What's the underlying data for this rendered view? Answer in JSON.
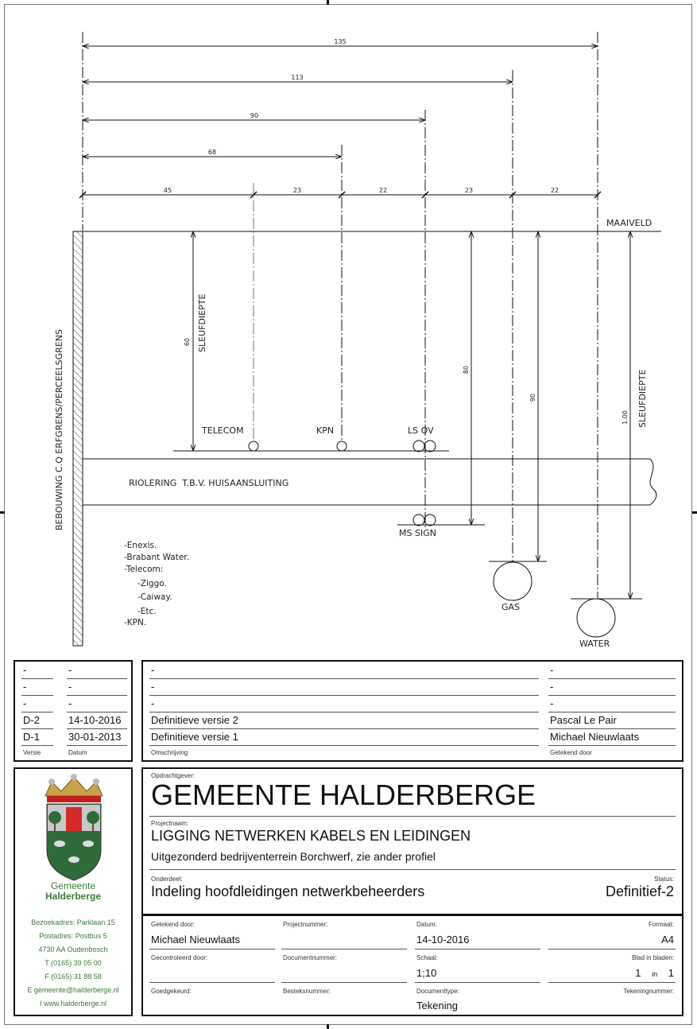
{
  "drawing": {
    "dimensions": {
      "d135": "135",
      "d113": "113",
      "d90": "90",
      "d68": "68",
      "chain": [
        "45",
        "23",
        "22",
        "23",
        "22"
      ],
      "depth_60": "60",
      "depth_80": "80",
      "depth_90": "90",
      "depth_100": "1.00"
    },
    "labels": {
      "maaiveld": "MAAIVELD",
      "sleufdiepte_left": "SLEUFDIEPTE",
      "sleufdiepte_right": "SLEUFDIEPTE",
      "boundary": "BEBOUWING C.Q ERFGRENS/PERCEELSGRENS",
      "telecom": "TELECOM",
      "kpn": "KPN",
      "ls_ov": "LS OV",
      "ms_sign": "MS SIGN",
      "gas": "GAS",
      "water": "WATER",
      "riolering": "RIOLERING  T.B.V. HUISAANSLUITING"
    },
    "network_operators": [
      "-Enexis.",
      "-Brabant Water.",
      "-Telecom:",
      "-Ziggo.",
      "-Caiway.",
      "-Etc.",
      "-KPN."
    ]
  },
  "revisions": {
    "rows": [
      {
        "versie": "-",
        "datum": "-",
        "omschrijving": "-",
        "getekend": "-"
      },
      {
        "versie": "-",
        "datum": "-",
        "omschrijving": "-",
        "getekend": "-"
      },
      {
        "versie": "-",
        "datum": "-",
        "omschrijving": "-",
        "getekend": "-"
      },
      {
        "versie": "D-2",
        "datum": "14-10-2016",
        "omschrijving": "Definitieve versie 2",
        "getekend": "Pascal Le Pair"
      },
      {
        "versie": "D-1",
        "datum": "30-01-2013",
        "omschrijving": "Definitieve versie 1",
        "getekend": "Michael Nieuwlaats"
      }
    ],
    "headers": {
      "versie": "Versie",
      "datum": "Datum",
      "omschrijving": "Omschrijving",
      "getekend": "Getekend door"
    }
  },
  "logo": {
    "name_line1": "Gemeente",
    "name_line2": "Halderberge",
    "address": [
      "Bezoekadres: Parklaan 15",
      "Postadres: Postbus 5",
      "4730 AA Oudenbosch",
      "T  (0165) 39 05 00",
      "F  (0165) 31 88 58",
      "E  gemeente@halderberge.nl",
      "I   www.halderberge.nl"
    ],
    "colors": {
      "green": "#3a7a3a",
      "red": "#d42a2a"
    }
  },
  "title_block": {
    "opdrachtgever_label": "Opdrachtgever:",
    "opdrachtgever": "GEMEENTE HALDERBERGE",
    "projectnaam_label": "Projectnaam:",
    "projectnaam": "LIGGING NETWERKEN KABELS EN LEIDINGEN",
    "projectnaam_sub": "Uitgezonderd bedrijventerrein Borchwerf, zie ander profiel",
    "onderdeel_label": "Onderdeel:",
    "onderdeel": "Indeling hoofdleidingen netwerkbeheerders",
    "status_label": "Status:",
    "status": "Definitief-2",
    "getekend_label": "Getekend door:",
    "getekend": "Michael Nieuwlaats",
    "projectnummer_label": "Projectnummer:",
    "projectnummer": "",
    "datum_label": "Datum:",
    "datum": "14-10-2016",
    "formaat_label": "Formaat:",
    "formaat": "A4",
    "gecontroleerd_label": "Gecontroleerd door:",
    "documentnummer_label": "Documentnummer:",
    "schaal_label": "Schaal:",
    "schaal": "1;10",
    "blad_label": "Blad in bladen:",
    "blad": "1",
    "blad_in": "in",
    "bladen": "1",
    "goedgekeurd_label": "Goedgekeurd:",
    "besteknummer_label": "Besteksnummer:",
    "documenttype_label": "Documenttype:",
    "documenttype": "Tekening",
    "tekeningnummer_label": "Tekeningnummer:"
  }
}
